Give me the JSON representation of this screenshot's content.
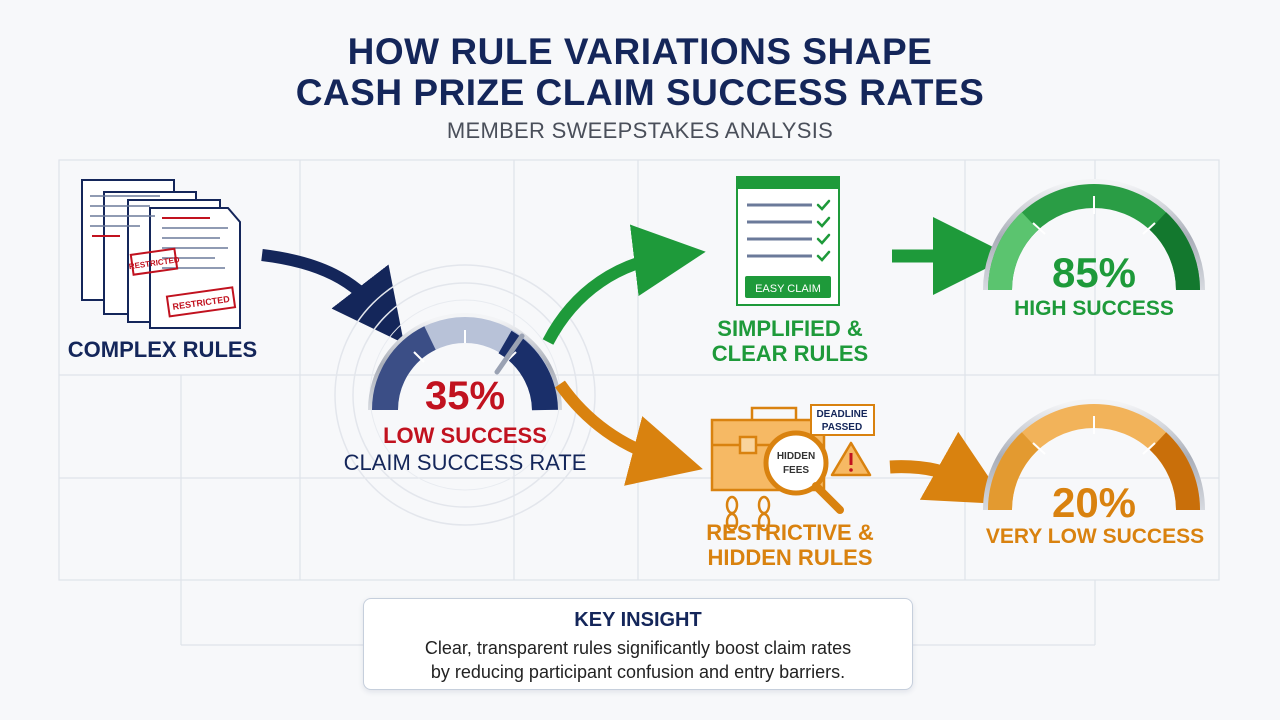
{
  "header": {
    "title_line1": "HOW RULE VARIATIONS SHAPE",
    "title_line2": "CASH PRIZE CLAIM SUCCESS RATES",
    "subtitle": "MEMBER SWEEPSTAKES ANALYSIS"
  },
  "source": {
    "label": "COMPLEX RULES",
    "stamp1": "RESTRICTED",
    "stamp2": "RESTRICTED"
  },
  "center_gauge": {
    "value_text": "35%",
    "value": 35,
    "status": "LOW SUCCESS",
    "caption": "CLAIM SUCCESS RATE"
  },
  "simplified": {
    "label_line1": "SIMPLIFIED &",
    "label_line2": "CLEAR RULES",
    "button_text": "EASY CLAIM"
  },
  "restrictive": {
    "label_line1": "RESTRICTIVE &",
    "label_line2": "HIDDEN RULES",
    "tag_line1": "DEADLINE",
    "tag_line2": "PASSED",
    "lens_line1": "HIDDEN",
    "lens_line2": "FEES"
  },
  "high_gauge": {
    "value_text": "85%",
    "value": 85,
    "status": "HIGH SUCCESS"
  },
  "low_gauge": {
    "value_text": "20%",
    "value": 20,
    "status": "VERY LOW SUCCESS"
  },
  "insight": {
    "heading": "KEY INSIGHT",
    "line1": "Clear, transparent rules significantly boost claim rates",
    "line2": "by reducing participant confusion and entry barriers."
  },
  "colors": {
    "navy": "#14265a",
    "red": "#c1121f",
    "green": "#1e9a3a",
    "orange": "#d9820f"
  }
}
